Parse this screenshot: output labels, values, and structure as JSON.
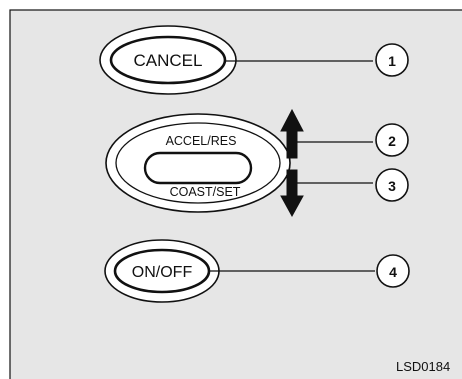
{
  "controls": {
    "cancel_label": "CANCEL",
    "accel_res_label": "ACCEL/RES",
    "coast_set_label": "COAST/SET",
    "on_off_label": "ON/OFF"
  },
  "callouts": [
    "1",
    "2",
    "3",
    "4"
  ],
  "figure_code": "LSD0184"
}
